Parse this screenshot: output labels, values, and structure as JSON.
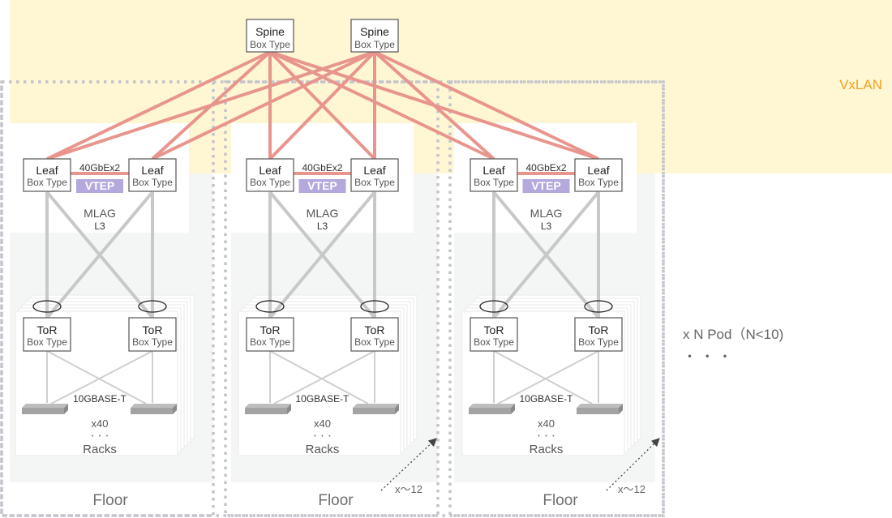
{
  "overlay": {
    "label": "VxLAN",
    "color": "#f0a020",
    "band_color": "#fff7d4"
  },
  "spines": [
    {
      "title": "Spine",
      "subtitle": "Box Type"
    },
    {
      "title": "Spine",
      "subtitle": "Box Type"
    }
  ],
  "pods": [
    {
      "leaves": [
        {
          "title": "Leaf",
          "subtitle": "Box Type"
        },
        {
          "title": "Leaf",
          "subtitle": "Box Type"
        }
      ],
      "peer_link_label": "40GbEx2",
      "vtep_label": "VTEP",
      "mlag_label": "MLAG",
      "mlag_sub": "L3",
      "tors": [
        {
          "title": "ToR",
          "subtitle": "Box Type"
        },
        {
          "title": "ToR",
          "subtitle": "Box Type"
        }
      ],
      "access_label": "10GBASE-T",
      "rack_count": "x40",
      "ellipsis": "・・・",
      "racks_label": "Racks",
      "floor_label": "Floor",
      "floor_multiplier": ""
    },
    {
      "leaves": [
        {
          "title": "Leaf",
          "subtitle": "Box Type"
        },
        {
          "title": "Leaf",
          "subtitle": "Box Type"
        }
      ],
      "peer_link_label": "40GbEx2",
      "vtep_label": "VTEP",
      "mlag_label": "MLAG",
      "mlag_sub": "L3",
      "tors": [
        {
          "title": "ToR",
          "subtitle": "Box Type"
        },
        {
          "title": "ToR",
          "subtitle": "Box Type"
        }
      ],
      "access_label": "10GBASE-T",
      "rack_count": "x40",
      "ellipsis": "・・・",
      "racks_label": "Racks",
      "floor_label": "Floor",
      "floor_multiplier": "x〜12"
    },
    {
      "leaves": [
        {
          "title": "Leaf",
          "subtitle": "Box Type"
        },
        {
          "title": "Leaf",
          "subtitle": "Box Type"
        }
      ],
      "peer_link_label": "40GbEx2",
      "vtep_label": "VTEP",
      "mlag_label": "MLAG",
      "mlag_sub": "L3",
      "tors": [
        {
          "title": "ToR",
          "subtitle": "Box Type"
        },
        {
          "title": "ToR",
          "subtitle": "Box Type"
        }
      ],
      "access_label": "10GBASE-T",
      "rack_count": "x40",
      "ellipsis": "・・・",
      "racks_label": "Racks",
      "floor_label": "Floor",
      "floor_multiplier": "x〜12"
    }
  ],
  "pod_multiplier": {
    "label": "x N Pod（N<10)",
    "ellipsis": "・  ・  ・"
  },
  "colors": {
    "spine_link": "#e8958e",
    "vtep_badge": "#b4a8dc",
    "mlag_link": "#c8c8c8",
    "access_link": "#cfcfcf",
    "dotted_border": "#c4c4cc",
    "pod_gray": "#f4f6f6"
  }
}
